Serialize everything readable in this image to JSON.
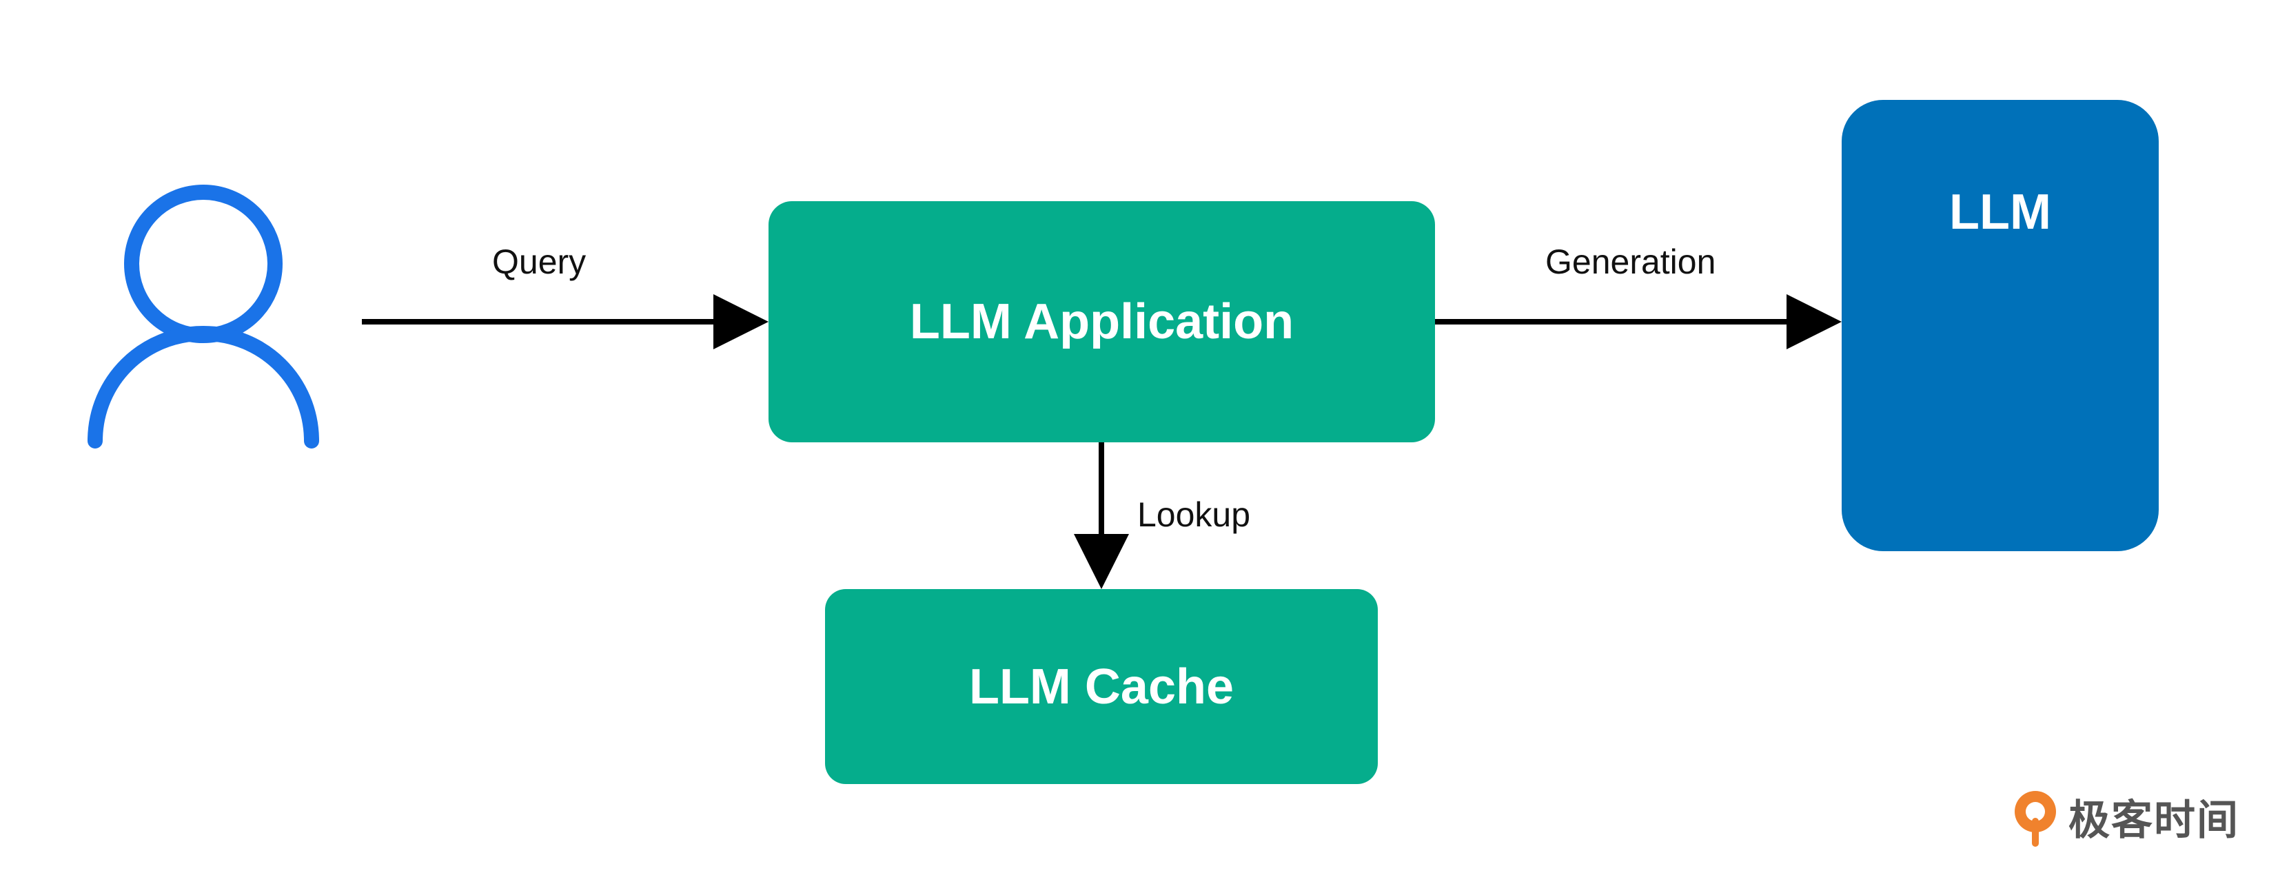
{
  "nodes": {
    "user": {
      "icon": "user-icon",
      "color": "#1A73E8"
    },
    "app": {
      "label": "LLM Application",
      "color": "#05AD8C"
    },
    "cache": {
      "label": "LLM Cache",
      "color": "#05AD8C"
    },
    "llm": {
      "label": "LLM",
      "color": "#0071B9"
    }
  },
  "edges": {
    "query": {
      "label": "Query"
    },
    "generation": {
      "label": "Generation"
    },
    "lookup": {
      "label": "Lookup"
    }
  },
  "watermark": {
    "text": "极客时间",
    "accent": "#F0822D"
  }
}
